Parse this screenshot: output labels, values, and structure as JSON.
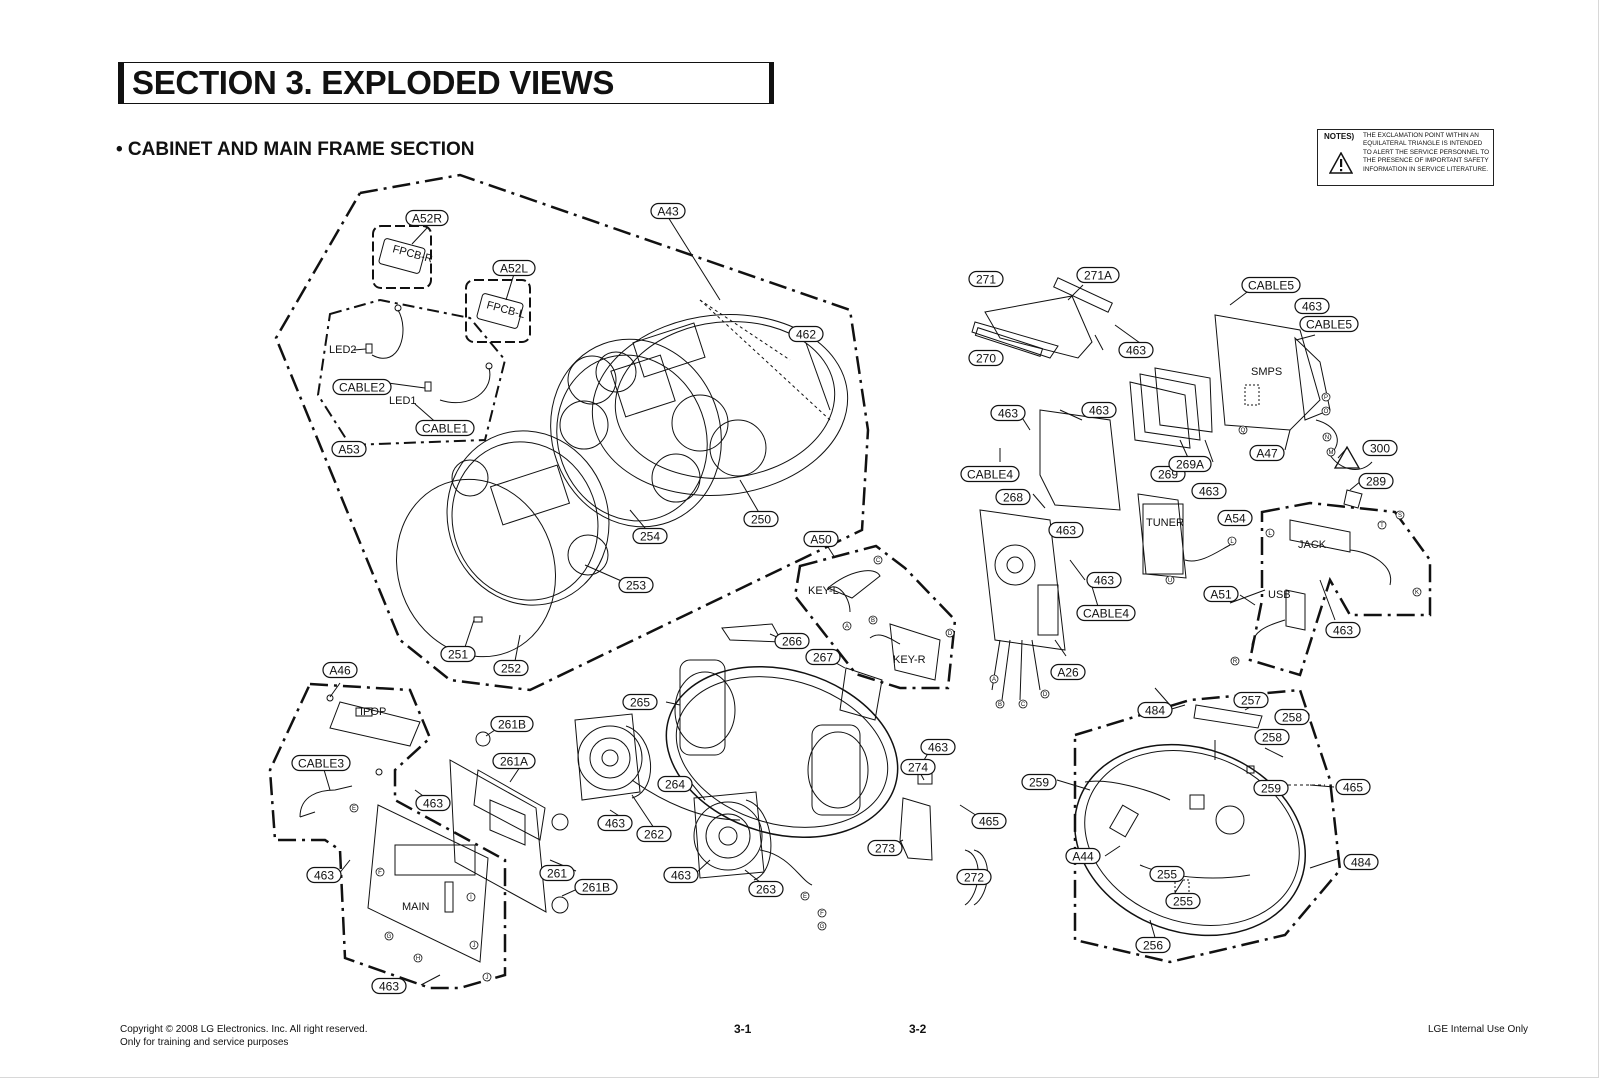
{
  "page": {
    "title": "SECTION 3. EXPLODED VIEWS",
    "subtitle": "• CABINET AND MAIN FRAME SECTION"
  },
  "notes": {
    "label": "NOTES)",
    "text": "THE EXCLAMATION POINT WITHIN AN EQUILATERAL TRIANGLE IS INTENDED TO ALERT THE SERVICE PERSONNEL TO THE PRESENCE OF IMPORTANT SAFETY INFORMATION IN SERVICE LITERATURE.",
    "icon": "warning-triangle-icon"
  },
  "footer": {
    "copyright": "Copyright © 2008 LG Electronics. Inc. All right reserved.",
    "training": "Only for training and service purposes",
    "page_left": "3-1",
    "page_right": "3-2",
    "internal": "LGE Internal Use Only"
  },
  "diagram": {
    "callouts": [
      "A43",
      "A52R",
      "A52L",
      "462",
      "CABLE2",
      "CABLE1",
      "A53",
      "250",
      "254",
      "253",
      "251",
      "252",
      "271",
      "271A",
      "270",
      "463",
      "CABLE5",
      "A47",
      "300",
      "289",
      "269",
      "269A",
      "CABLE4",
      "268",
      "A54",
      "A51",
      "A26",
      "A50",
      "266",
      "267",
      "265",
      "264",
      "262",
      "263",
      "261",
      "261A",
      "261B",
      "A46",
      "CABLE3",
      "274",
      "273",
      "272",
      "465",
      "484",
      "257",
      "258",
      "259",
      "A44",
      "255",
      "256"
    ],
    "labels": [
      "FPCB-R",
      "FPCB-L",
      "LED2",
      "LED1",
      "SMPS",
      "TUNER",
      "JACK",
      "USB",
      "KEY-L",
      "KEY-R",
      "IPOP",
      "MAIN"
    ],
    "terminals": [
      "A",
      "B",
      "C",
      "D",
      "E",
      "F",
      "G",
      "H",
      "I",
      "J",
      "K",
      "L",
      "M",
      "N",
      "O",
      "P",
      "Q",
      "R",
      "S",
      "T",
      "U"
    ]
  },
  "style": {
    "ink": "#111111"
  }
}
